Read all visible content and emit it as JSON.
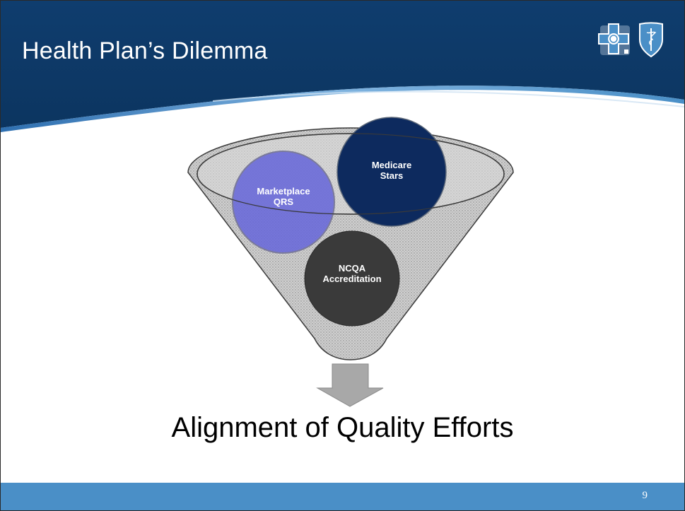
{
  "slide": {
    "title": "Health Plan’s Dilemma",
    "caption": "Alignment of Quality Efforts",
    "page_number": "9"
  },
  "funnel": {
    "circles": [
      {
        "label_line1": "Marketplace",
        "label_line2": "QRS",
        "color": "#6a6ad8"
      },
      {
        "label_line1": "Medicare",
        "label_line2": "Stars",
        "color": "#0d2a5e"
      },
      {
        "label_line1": "NCQA",
        "label_line2": "Accreditation",
        "color": "#3a3a3a"
      }
    ]
  },
  "logos": [
    {
      "icon": "blue-cross-icon",
      "color": "#4a8fc7"
    },
    {
      "icon": "blue-shield-icon",
      "color": "#4a8fc7"
    }
  ],
  "colors": {
    "header": "#0f3d6e",
    "footer": "#4a8fc7",
    "arrow": "#a8a8a8"
  }
}
